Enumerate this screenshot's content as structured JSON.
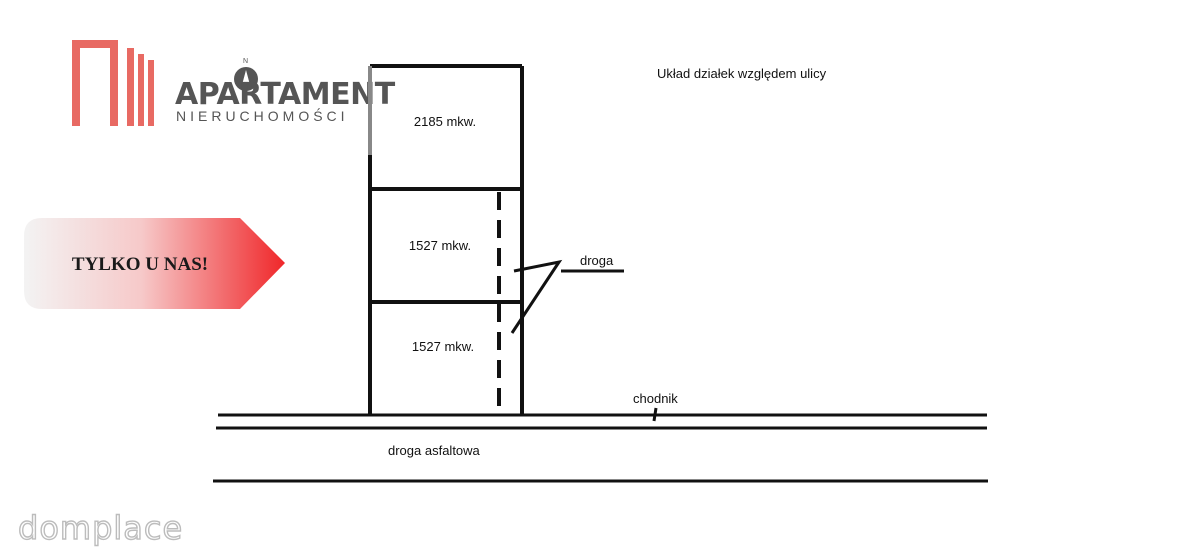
{
  "logo": {
    "name": "APARTAMENT",
    "subtitle": "NIERUCHOMOŚCI",
    "compass_letter": "N",
    "bar_color": "#e86a63",
    "text_color": "#555555"
  },
  "promo": {
    "label": "TYLKO U NAS!",
    "gradient_from": "#f3f3f3",
    "gradient_to": "#f0272a"
  },
  "diagram": {
    "title": "Układ działek względem ulicy",
    "plots": [
      {
        "area_label": "2185 mkw."
      },
      {
        "area_label": "1527 mkw."
      },
      {
        "area_label": "1527 mkw."
      }
    ],
    "road_label": "droga",
    "sidewalk_label": "chodnik",
    "street_label": "droga asfaltowa",
    "line_color": "#111111"
  },
  "watermark": {
    "text": "domplace"
  }
}
